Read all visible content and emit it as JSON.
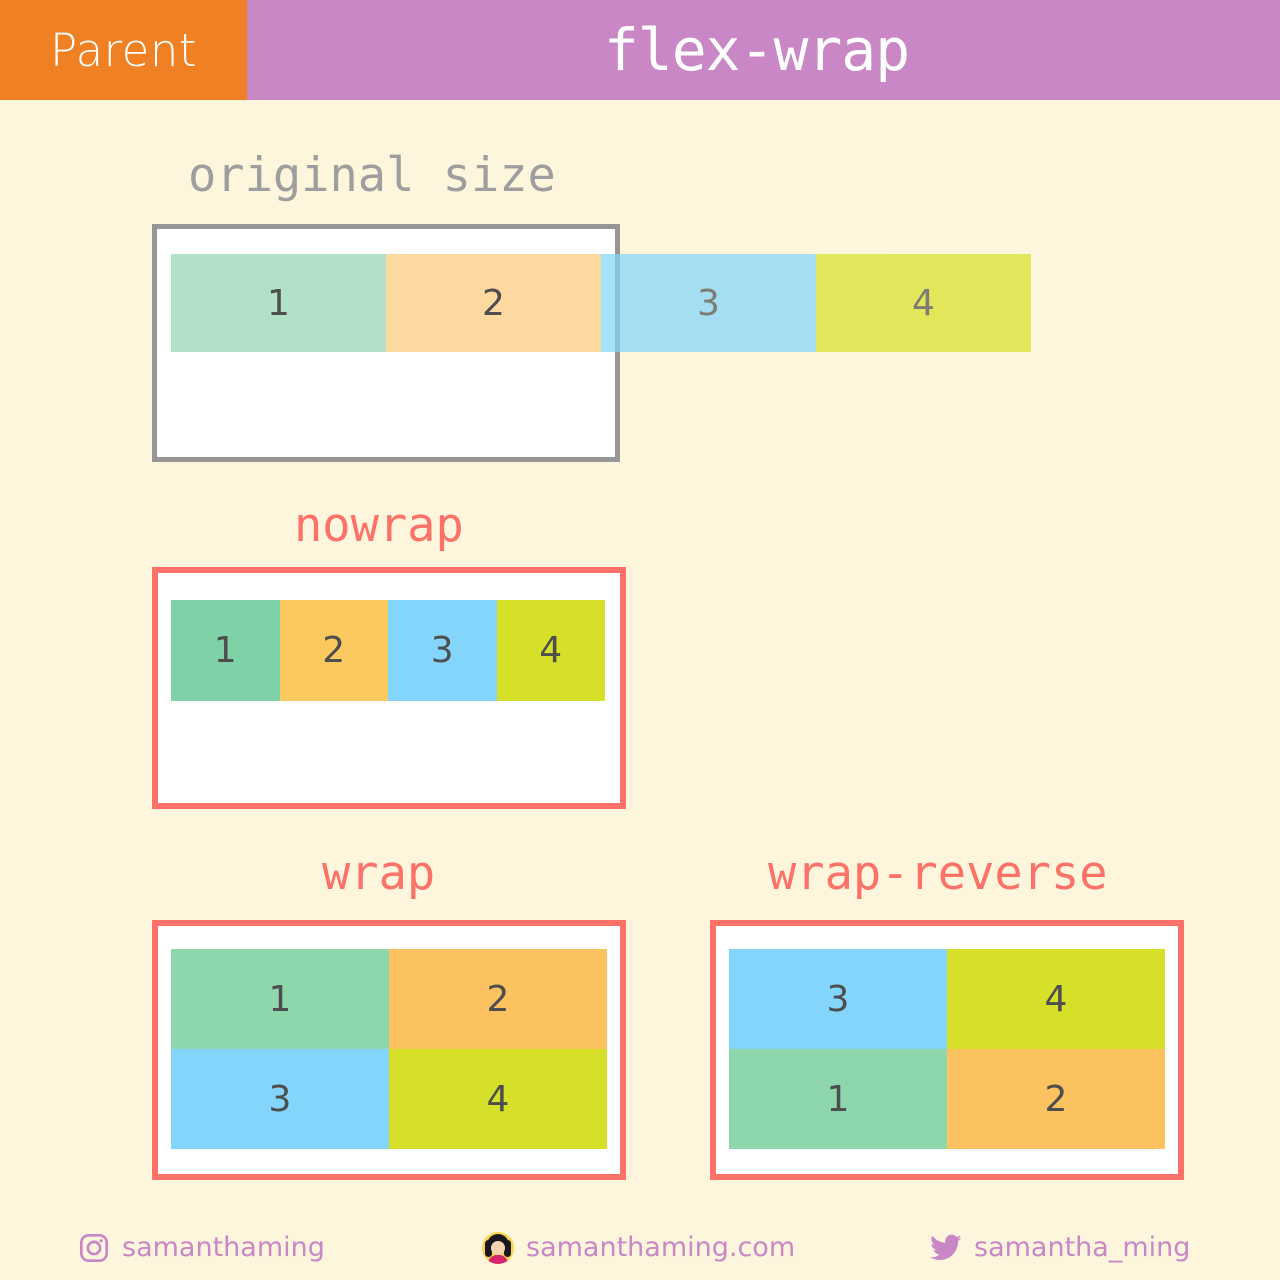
{
  "header": {
    "parent_label": "Parent",
    "title": "flex-wrap",
    "parent_bg": "#ef8023",
    "title_bg": "#c987c6"
  },
  "page": {
    "background": "#fdf6dd",
    "accent_red": "#fc7268",
    "gray_border": "#969696",
    "purple": "#c987c6"
  },
  "sections": [
    {
      "key": "original",
      "label": "original size",
      "label_color": "#9e9e9e",
      "border_color": "#969696",
      "items": [
        {
          "num": "1",
          "color": "#7fd1a8"
        },
        {
          "num": "2",
          "color": "#fcc95e"
        },
        {
          "num": "3",
          "color": "#84d5fb"
        },
        {
          "num": "4",
          "color": "#d7e028"
        }
      ]
    },
    {
      "key": "nowrap",
      "label": "nowrap",
      "label_color": "#fc7268",
      "border_color": "#fc7268",
      "items": [
        {
          "num": "1",
          "color": "#7fd1a8"
        },
        {
          "num": "2",
          "color": "#fcc95e"
        },
        {
          "num": "3",
          "color": "#84d5fb"
        },
        {
          "num": "4",
          "color": "#d7e028"
        }
      ]
    },
    {
      "key": "wrap",
      "label": "wrap",
      "label_color": "#fc7268",
      "border_color": "#fc7268",
      "items": [
        {
          "num": "1",
          "color": "#7fd1a8"
        },
        {
          "num": "2",
          "color": "#fcc95e"
        },
        {
          "num": "3",
          "color": "#84d5fb"
        },
        {
          "num": "4",
          "color": "#d7e028"
        }
      ]
    },
    {
      "key": "wrap-reverse",
      "label": "wrap-reverse",
      "label_color": "#fc7268",
      "border_color": "#fc7268",
      "items": [
        {
          "num": "1",
          "color": "#7fd1a8"
        },
        {
          "num": "2",
          "color": "#fcc95e"
        },
        {
          "num": "3",
          "color": "#84d5fb"
        },
        {
          "num": "4",
          "color": "#d7e028"
        }
      ]
    }
  ],
  "footer": {
    "color": "#c987c6",
    "items": [
      {
        "icon": "instagram-icon",
        "text": "samanthaming"
      },
      {
        "icon": "avatar-icon",
        "text": "samanthaming.com"
      },
      {
        "icon": "twitter-icon",
        "text": "samantha_ming"
      }
    ]
  }
}
